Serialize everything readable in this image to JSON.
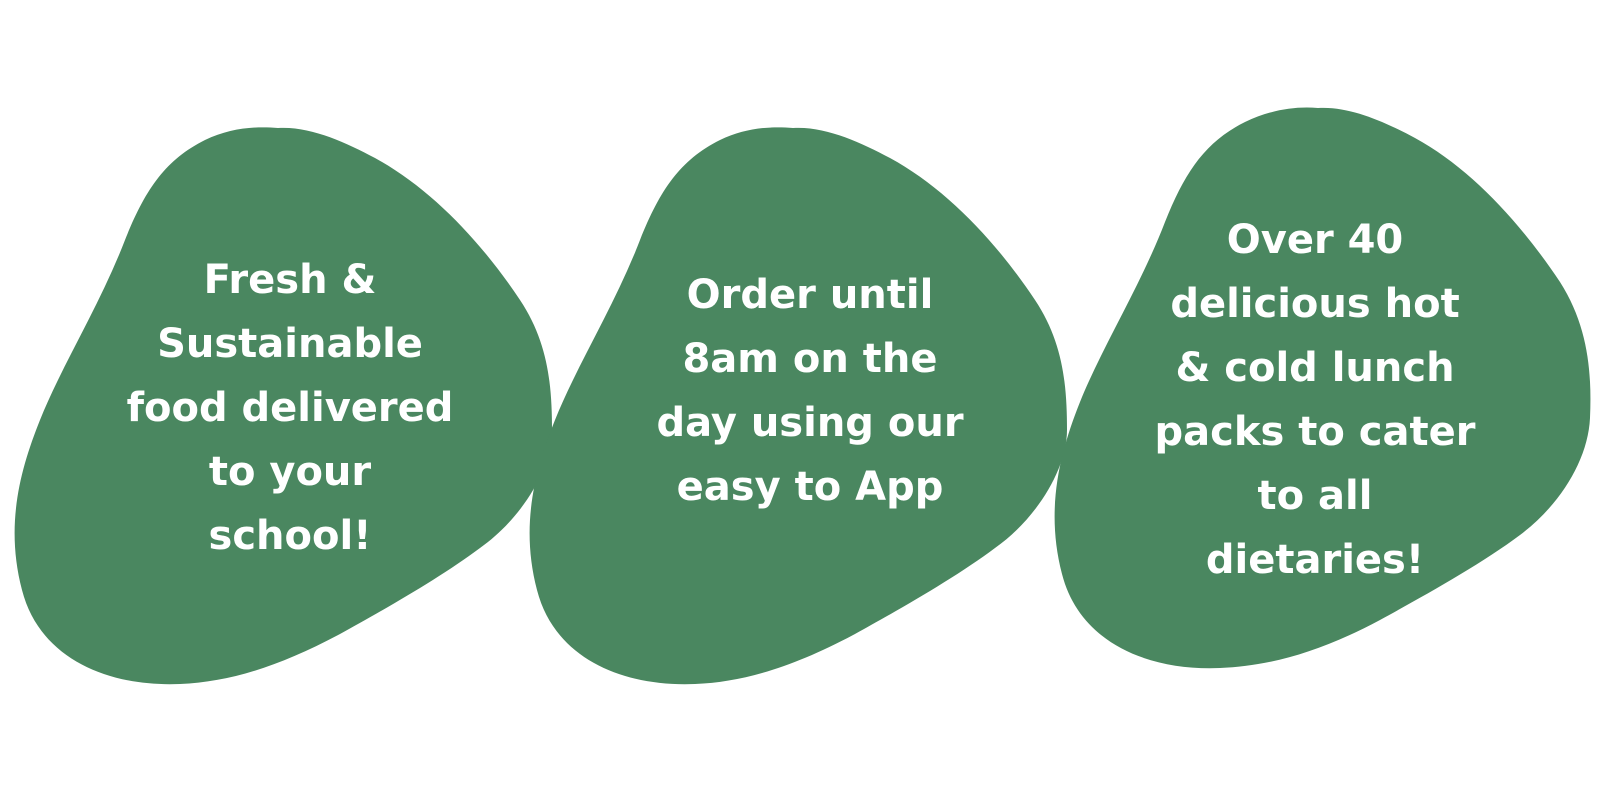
{
  "colors": {
    "blob_fill": "#4a8760",
    "text": "#ffffff",
    "background": "#ffffff"
  },
  "features": [
    {
      "lines": [
        "Fresh &",
        "Sustainable",
        "food delivered",
        "to your",
        "school!"
      ]
    },
    {
      "lines": [
        "Order until",
        "8am on the",
        "day using our",
        "easy to App"
      ]
    },
    {
      "lines": [
        "Over 40",
        "delicious hot",
        "& cold lunch",
        "packs to cater",
        "to all",
        "dietaries!"
      ]
    }
  ]
}
